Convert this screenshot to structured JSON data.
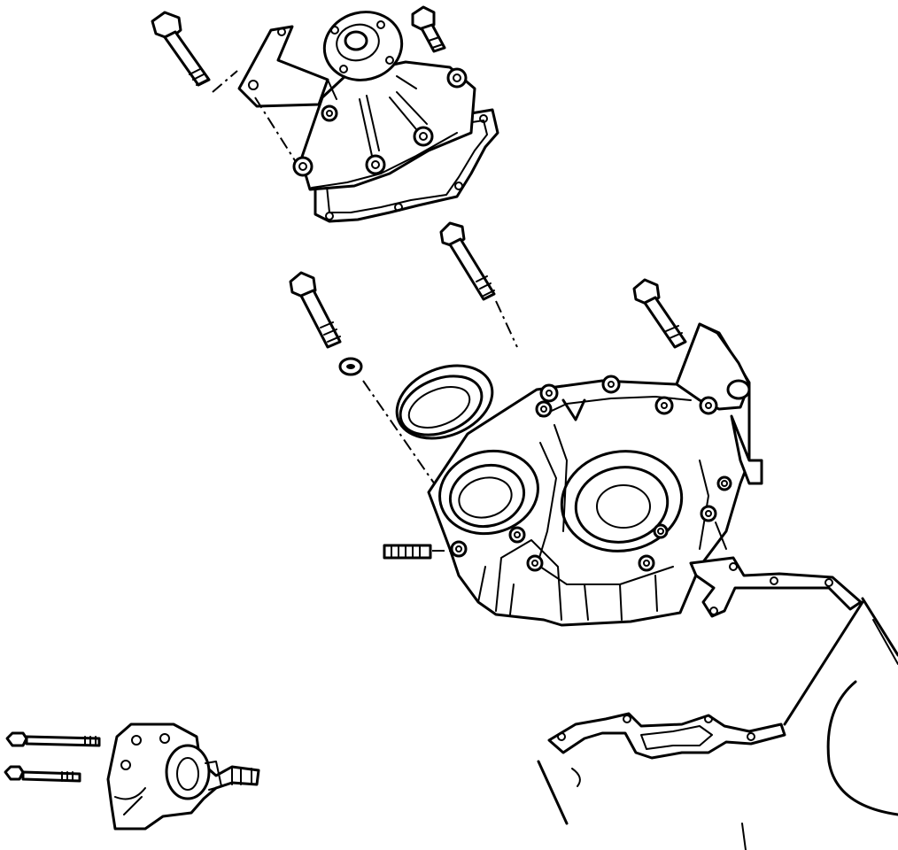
{
  "diagram": {
    "style": "exploded-view line drawing",
    "colors": {
      "line": "#000000",
      "background": "#ffffff"
    },
    "parts": [
      "water-pump",
      "water-pump-gasket",
      "water-pump-bolt",
      "timing-gear-case",
      "crankshaft-oil-seal",
      "case-bolt",
      "washer",
      "stud",
      "case-gasket",
      "cylinder-block",
      "injection-pump",
      "pump-bolt"
    ]
  }
}
